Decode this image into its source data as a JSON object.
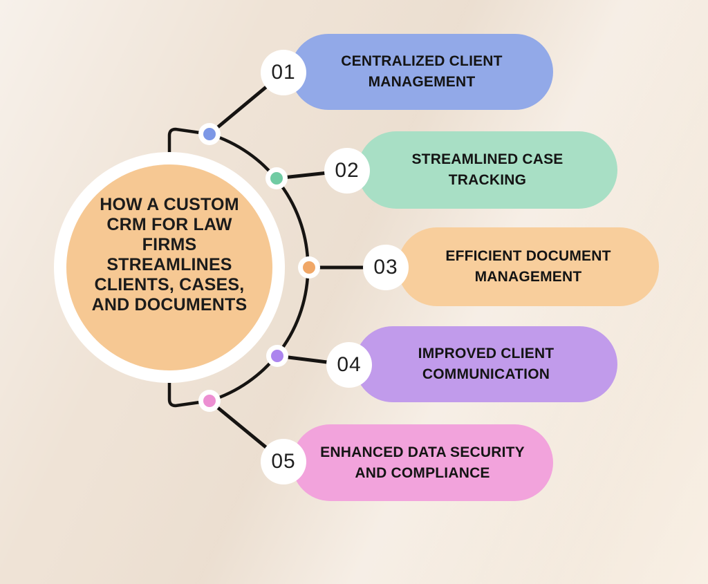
{
  "canvas": {
    "background": "#F3E8DC",
    "line_color": "#161412"
  },
  "center": {
    "title_lines": [
      "HOW A CUSTOM",
      "CRM FOR LAW",
      "FIRMS",
      "STREAMLINES",
      "CLIENTS, CASES,",
      "AND DOCUMENTS"
    ],
    "fill": "#F6C893",
    "ring_color": "#FFFFFF",
    "text_color": "#1B1B1B"
  },
  "items": [
    {
      "number": "01",
      "label": "CENTRALIZED CLIENT MANAGEMENT",
      "pill_color": "#92A9E8",
      "dot_color": "#7C97E6"
    },
    {
      "number": "02",
      "label": "STREAMLINED CASE TRACKING",
      "pill_color": "#A8DFC5",
      "dot_color": "#70CBA3"
    },
    {
      "number": "03",
      "label": "EFFICIENT DOCUMENT MANAGEMENT",
      "pill_color": "#F8CE9C",
      "dot_color": "#F0A767"
    },
    {
      "number": "04",
      "label": "IMPROVED CLIENT COMMUNICATION",
      "pill_color": "#C19BEB",
      "dot_color": "#AC85EE"
    },
    {
      "number": "05",
      "label": "ENHANCED DATA SECURITY AND COMPLIANCE",
      "pill_color": "#F2A3DC",
      "dot_color": "#EC8FD2"
    }
  ]
}
